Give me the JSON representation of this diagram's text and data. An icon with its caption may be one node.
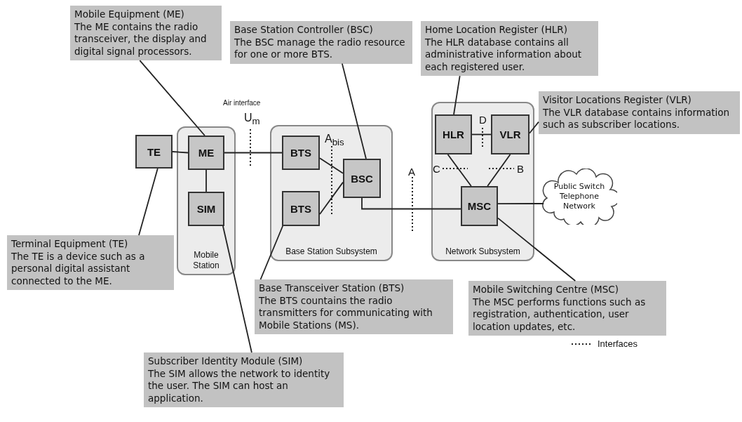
{
  "diagram": {
    "nodes": [
      {
        "text": [
          "Mobile Station"
        ]
      },
      {
        "text": [
          "ME"
        ],
        "in": 0
      },
      {
        "text": [
          "SIM"
        ],
        "in": 0
      },
      {
        "text": [
          "TE"
        ]
      },
      {
        "text": [
          "Base Station Subsystem"
        ]
      },
      {
        "text": [
          "BTS"
        ],
        "in": 4
      },
      {
        "text": [
          "BTS"
        ],
        "in": 4
      },
      {
        "text": [
          "BSC"
        ],
        "in": 4
      },
      {
        "text": [
          "Network Subsystem"
        ]
      },
      {
        "text": [
          "HLR"
        ],
        "in": 8
      },
      {
        "text": [
          "VLR"
        ],
        "in": 8
      },
      {
        "text": [
          "MSC"
        ],
        "in": 8
      },
      {
        "text": [
          "Public Switch Telephone Network"
        ]
      },
      {
        "text": [
          "Mobile Equipment (ME)",
          "The ME contains the radio transceiver, the display and digital signal processors."
        ]
      },
      {
        "text": [
          "Base Station Controller (BSC)",
          "The BSC manage the radio resource for one or more BTS."
        ]
      },
      {
        "text": [
          "Home Location Register (HLR)",
          "The HLR database contains all administrative information about each registered user."
        ]
      },
      {
        "text": [
          "Visitor Locations Register (VLR)",
          "The VLR database contains information such as subscriber locations."
        ]
      },
      {
        "text": [
          "Terminal Equipment (TE)",
          "The TE is a device such as a personal digital assistant connected to the ME."
        ]
      },
      {
        "text": [
          "Base Transceiver Station (BTS)",
          "The BTS countains the radio transmitters for communicating with Mobile Stations (MS)."
        ]
      },
      {
        "text": [
          "Mobile Switching Centre (MSC)",
          "The MSC performs functions such as registration, authentication, user location updates, etc."
        ]
      },
      {
        "text": [
          "Subscriber Identity Module (SIM)",
          "The SIM allows the network to identity the user. The SIM can host an application."
        ]
      }
    ],
    "edges": [
      {
        "from": 3,
        "to": 1,
        "arrow": "none"
      },
      {
        "from": 1,
        "to": 2,
        "arrow": "none"
      },
      {
        "from": 1,
        "to": 5,
        "arrow": "none"
      },
      {
        "from": 5,
        "to": 7,
        "arrow": "none"
      },
      {
        "from": 6,
        "to": 7,
        "arrow": "none"
      },
      {
        "from": 7,
        "to": 11,
        "arrow": "none"
      },
      {
        "from": 9,
        "to": 10,
        "arrow": "none"
      },
      {
        "from": 9,
        "to": 11,
        "arrow": "none"
      },
      {
        "from": 10,
        "to": 11,
        "arrow": "none"
      },
      {
        "from": 11,
        "to": 12,
        "arrow": "none"
      },
      {
        "from": 13,
        "to": 1,
        "arrow": "none"
      },
      {
        "from": 14,
        "to": 7,
        "arrow": "none"
      },
      {
        "from": 15,
        "to": 9,
        "arrow": "none"
      },
      {
        "from": 16,
        "to": 10,
        "arrow": "none"
      },
      {
        "from": 17,
        "to": 3,
        "arrow": "none"
      },
      {
        "from": 18,
        "to": 6,
        "arrow": "none"
      },
      {
        "from": 19,
        "to": 11,
        "arrow": "none"
      },
      {
        "from": 20,
        "to": 2,
        "arrow": "none"
      }
    ],
    "labels": [
      "Air interface",
      "U$_{m}$",
      "A$_{bis}$",
      "D",
      "A",
      "C",
      "B"
    ],
    "legend": [
      {
        "text": "Interfaces"
      }
    ]
  }
}
